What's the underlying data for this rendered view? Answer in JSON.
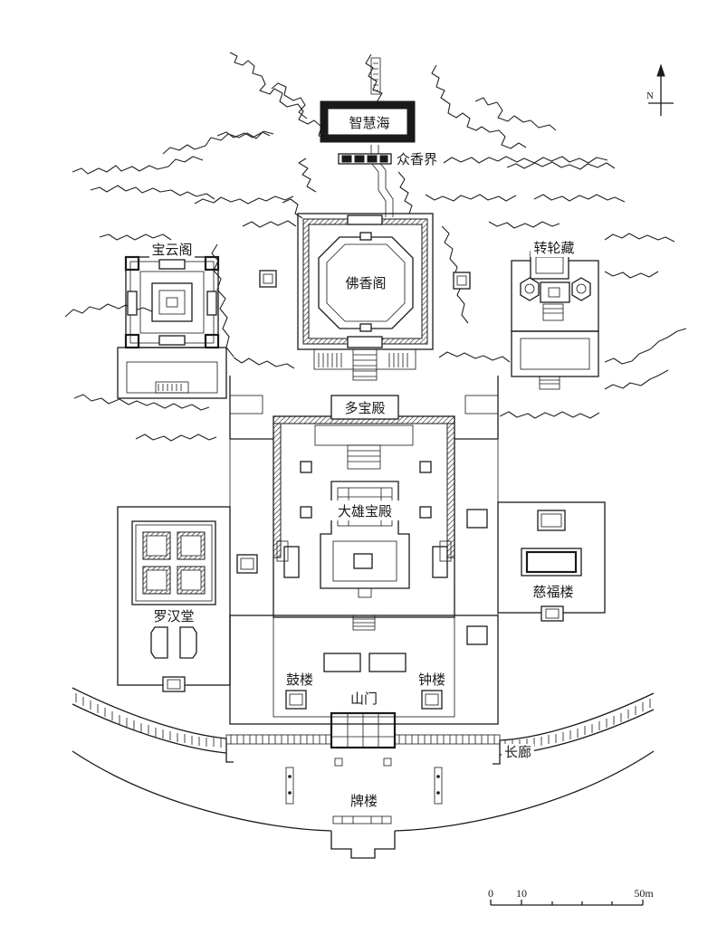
{
  "labels": {
    "zhihuihai": "智慧海",
    "zhongxiangjie": "众香界",
    "foxiangge": "佛香阁",
    "baoyunge": "宝云阁",
    "zhuanlunzang": "转轮藏",
    "duobaodian": "多宝殿",
    "daxiongbaodian": "大雄宝殿",
    "luohantang": "罗汉堂",
    "cifulou": "慈福楼",
    "gulou": "鼓楼",
    "zhonglou": "钟楼",
    "shanmen": "山门",
    "changlang": "长廊",
    "pailou": "牌楼"
  },
  "north_arrow": {
    "letter": "N"
  },
  "scale_bar": {
    "ticks": [
      "0",
      "10",
      "50m"
    ]
  }
}
